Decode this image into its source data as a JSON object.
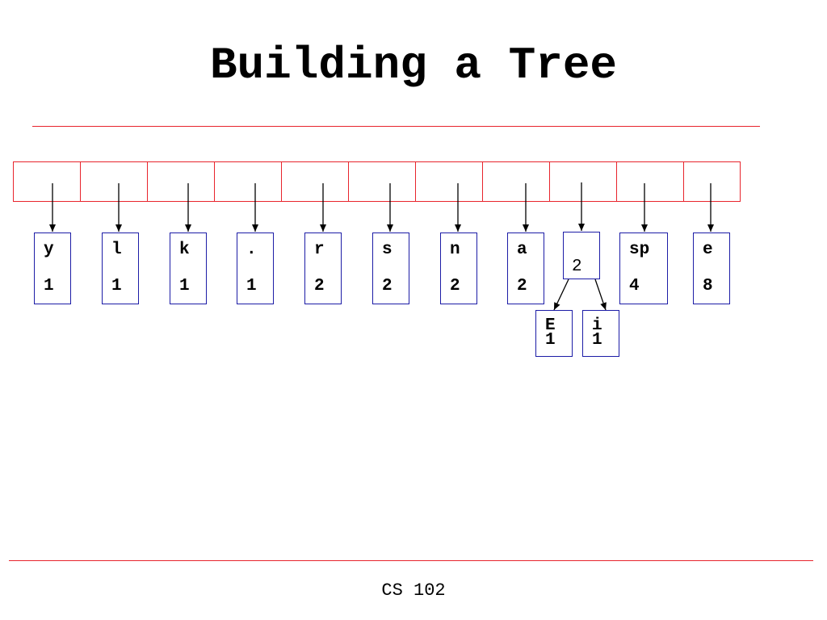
{
  "slide": {
    "title": "Building a Tree",
    "footer": "CS 102"
  },
  "queue": {
    "cell_count": 11,
    "nodes": [
      {
        "char": "y",
        "weight": "1"
      },
      {
        "char": "l",
        "weight": "1"
      },
      {
        "char": "k",
        "weight": "1"
      },
      {
        "char": ".",
        "weight": "1"
      },
      {
        "char": "r",
        "weight": "2"
      },
      {
        "char": "s",
        "weight": "2"
      },
      {
        "char": "n",
        "weight": "2"
      },
      {
        "char": "a",
        "weight": "2"
      },
      {
        "char": "",
        "weight": "2"
      },
      {
        "char": "sp",
        "weight": "4"
      },
      {
        "char": "e",
        "weight": "8"
      }
    ],
    "children": [
      {
        "char": "E",
        "weight": "1"
      },
      {
        "char": "i",
        "weight": "1"
      }
    ]
  },
  "colors": {
    "rule": "#e8242c",
    "cell_border": "#e8242c",
    "node_border": "#1c1ca6",
    "arrow": "#000000"
  }
}
